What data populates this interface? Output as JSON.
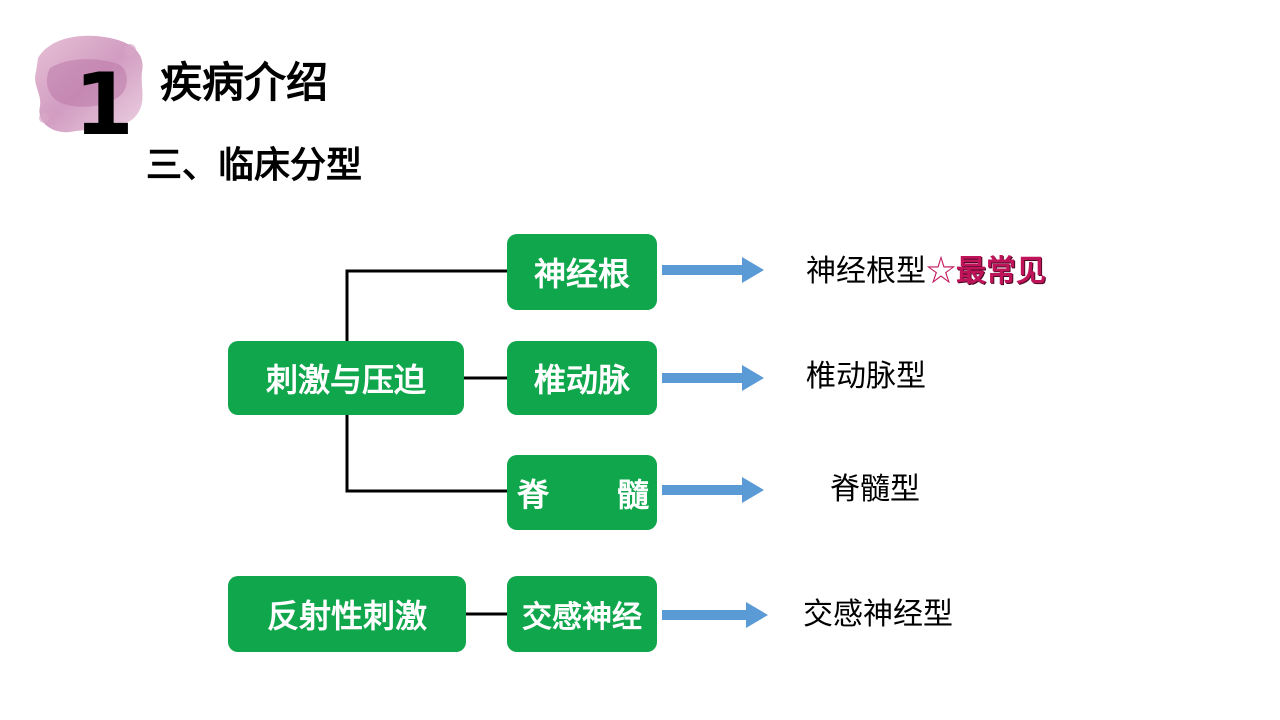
{
  "header": {
    "number": "1",
    "title": "疾病介绍"
  },
  "subtitle": "三、临床分型",
  "diagram": {
    "causes": {
      "compression": "刺激与压迫",
      "reflex": "反射性刺激"
    },
    "structures": {
      "nerve_root": "神经根",
      "vertebral_artery": "椎动脉",
      "spinal_cord_left": "脊",
      "spinal_cord_right": "髓",
      "sympathetic": "交感神经"
    },
    "types": {
      "nerve_root_type": "神经根型",
      "most_common_star": "☆",
      "most_common": "最常见",
      "vertebral_artery_type": "椎动脉型",
      "spinal_cord_type": "脊髓型",
      "sympathetic_type": "交感神经型"
    }
  },
  "colors": {
    "box_fill": "#0fa64c",
    "arrow": "#5b9bd5",
    "emphasis": "#c0145a",
    "connector": "#000000"
  },
  "icons": {
    "badge": "watercolor-splash-icon"
  }
}
